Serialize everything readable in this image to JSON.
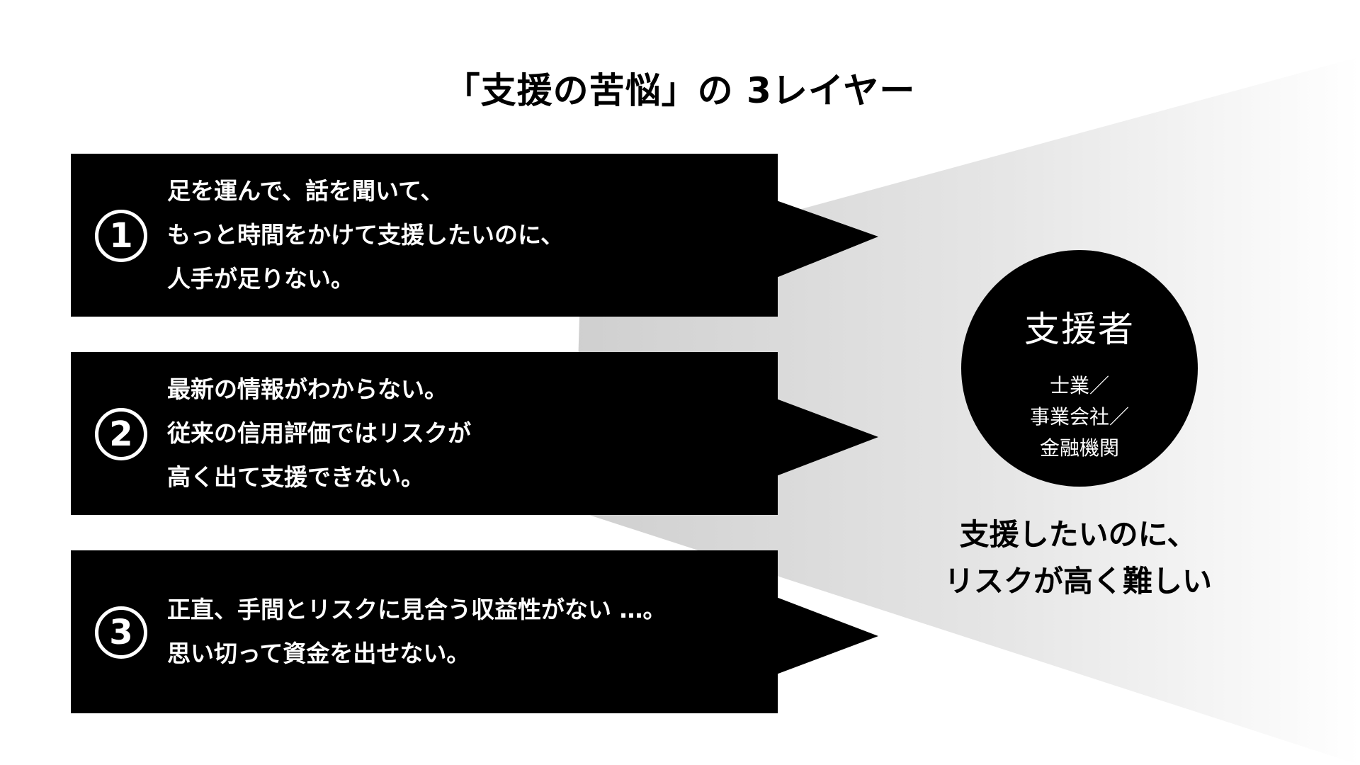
{
  "title": "「支援の苦悩」の 3レイヤー",
  "layers": [
    {
      "number": "1",
      "lines": [
        "足を運んで、話を聞いて、",
        "もっと時間をかけて支援したいのに、",
        "人手が足りない。"
      ]
    },
    {
      "number": "2",
      "lines": [
        "最新の情報がわからない。",
        "従来の信用評価ではリスクが",
        "高く出て支援できない。"
      ]
    },
    {
      "number": "3",
      "lines": [
        "正直、手間とリスクに見合う収益性がない …。",
        "思い切って資金を出せない。"
      ]
    }
  ],
  "supporter": {
    "title": "支援者",
    "lines": [
      "士業／",
      "事業会社／",
      "金融機関"
    ]
  },
  "conclusion": {
    "lines": [
      "支援したいのに、",
      "リスクが高く難しい"
    ]
  },
  "colors": {
    "box": "#000000",
    "box_text": "#ffffff",
    "gradient_start": "#cccccc",
    "gradient_end": "#ffffff"
  }
}
